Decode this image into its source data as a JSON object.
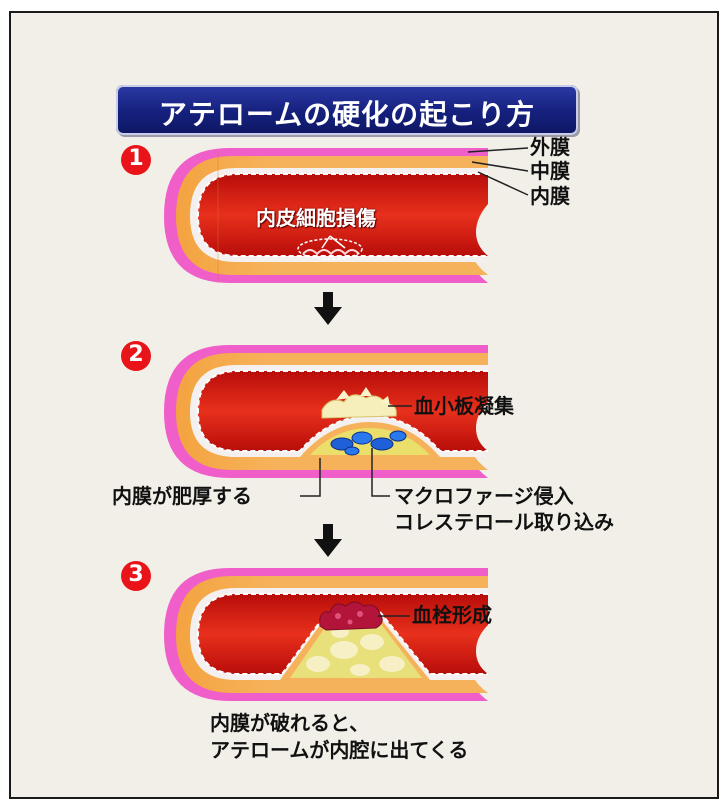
{
  "title": "アテロームの硬化の起こり方",
  "steps": [
    {
      "number": "1",
      "labels": {
        "outer": "外膜",
        "middle": "中膜",
        "inner": "内膜",
        "damage": "内皮細胞損傷"
      }
    },
    {
      "number": "2",
      "labels": {
        "platelet": "血小板凝集",
        "thicken": "内膜が肥厚する",
        "macrophage_line1": "マクロファージ侵入",
        "macrophage_line2": "コレステロール取り込み"
      }
    },
    {
      "number": "3",
      "labels": {
        "thrombus": "血栓形成",
        "caption_line1": "内膜が破れると、",
        "caption_line2": "アテロームが内腔に出てくる"
      }
    }
  ],
  "colors": {
    "background": "#f1efe7",
    "title_bg": "#15207d",
    "number_badge": "#e8141a",
    "outer_layer": "#ef5ec9",
    "middle_layer": "#f6a74a",
    "lumen": "#d11a12",
    "plaque": "#efe7a8",
    "macrophage": "#1f5fd8",
    "thrombus": "#b3153a"
  }
}
